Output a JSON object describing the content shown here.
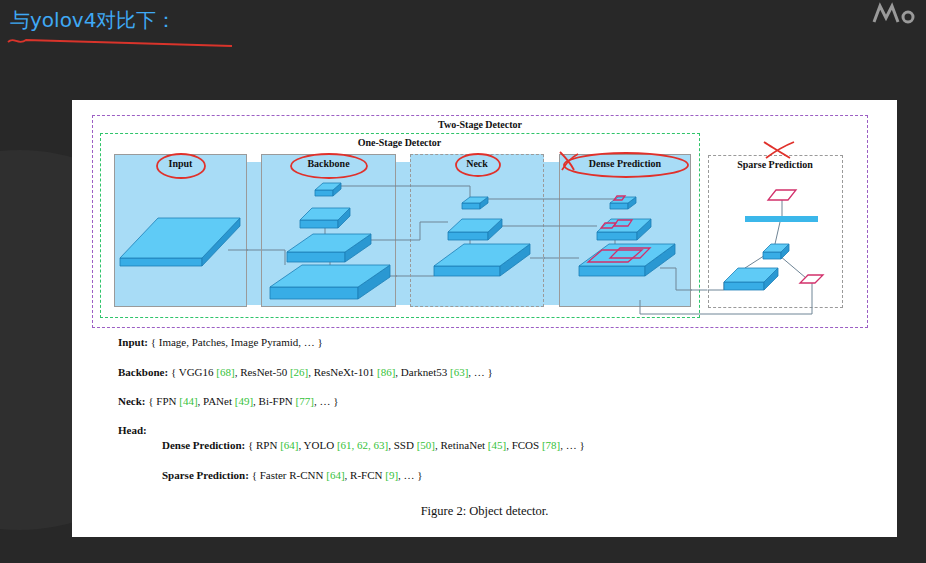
{
  "diagram": {
    "title": "与yolov4对比下：",
    "caption": "Figure 2: Object detector.",
    "nodes": [
      {
        "text": [
          "Two-Stage Detector"
        ]
      },
      {
        "text": [
          "One-Stage Detector"
        ],
        "in": 0
      },
      {
        "text": [
          "Input"
        ],
        "in": 1
      },
      {
        "text": [
          "Backbone"
        ],
        "in": 1
      },
      {
        "text": [
          "Neck"
        ],
        "in": 1
      },
      {
        "text": [
          "Dense Prediction"
        ],
        "in": 1
      },
      {
        "text": [
          "Sparse Prediction"
        ],
        "in": 0
      }
    ],
    "edges": [
      {
        "from": 2,
        "to": 3,
        "arrow": "none"
      },
      {
        "from": 3,
        "to": 4,
        "arrow": "none"
      },
      {
        "from": 4,
        "to": 5,
        "arrow": "none"
      },
      {
        "from": 5,
        "to": 6,
        "arrow": "none"
      }
    ],
    "labels": [
      "Input: { Image, Patches, Image Pyramid, … }",
      "Backbone: { VGG16 [68], ResNet-50 [26], ResNeXt-101 [86], Darknet53 [63], … }",
      "Neck: { FPN [44], PANet [49], Bi-FPN [77], … }",
      "Head:",
      "Dense Prediction: { RPN [64], YOLO [61, 62, 63], SSD [50], RetinaNet [45], FCOS [78], … }",
      "Sparse Prediction: { Faster R-CNN [64], R-FCN [9], … }"
    ]
  }
}
